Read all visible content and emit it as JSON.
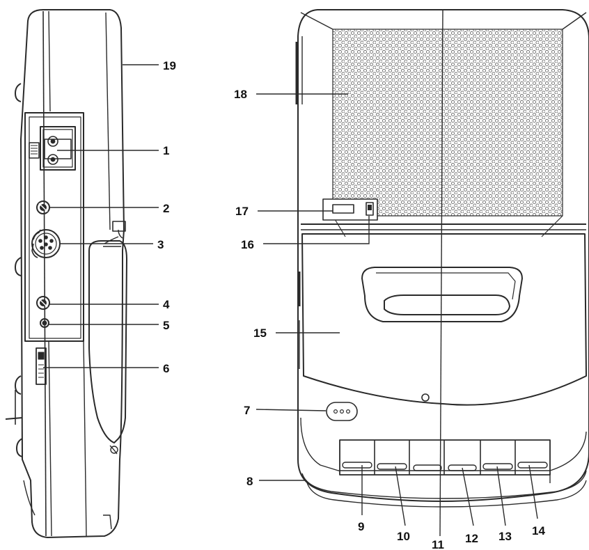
{
  "callouts": {
    "n1": "1",
    "n2": "2",
    "n3": "3",
    "n4": "4",
    "n5": "5",
    "n6": "6",
    "n7": "7",
    "n8": "8",
    "n9": "9",
    "n10": "10",
    "n11": "11",
    "n12": "12",
    "n13": "13",
    "n14": "14",
    "n15": "15",
    "n16": "16",
    "n17": "17",
    "n18": "18",
    "n19": "19"
  },
  "colors": {
    "line": "#2a2a2a",
    "dots": "#6a6a6a",
    "background": "#ffffff"
  }
}
